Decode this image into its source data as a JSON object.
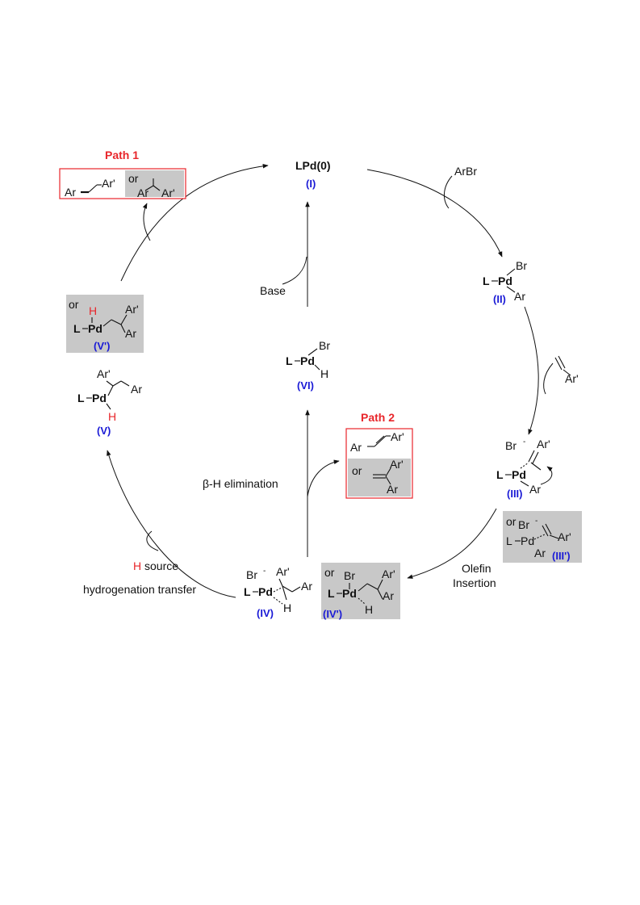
{
  "catalyst": {
    "formula": "LPd(0)",
    "number": "(I)"
  },
  "reagents": {
    "aryl_bromide": "ArBr",
    "olefin_sub": "Ar'",
    "base": "Base"
  },
  "intermediates": {
    "II": {
      "L": "L",
      "metal": "Pd",
      "Br": "Br",
      "Ar": "Ar",
      "number": "(II)"
    },
    "III": {
      "Br": "Br",
      "charge": "-",
      "Ar_prime": "Ar'",
      "L": "L",
      "metal": "Pd",
      "Ar": "Ar",
      "number": "(III)"
    },
    "III_prime": {
      "or": "or",
      "Br": "Br",
      "charge": "-",
      "L": "L",
      "metal": "Pd",
      "Ar_prime": "Ar'",
      "Ar": "Ar",
      "number": "(III')"
    },
    "IV": {
      "Br": "Br",
      "charge": "-",
      "Ar_prime": "Ar'",
      "L": "L",
      "metal": "Pd",
      "Ar": "Ar",
      "H": "H",
      "number": "(IV)"
    },
    "IV_prime": {
      "or": "or",
      "Br": "Br",
      "L": "L",
      "metal": "Pd",
      "Ar_prime": "Ar'",
      "Ar": "Ar",
      "H": "H",
      "number": "(IV')"
    },
    "V": {
      "Ar_prime": "Ar'",
      "L": "L",
      "metal": "Pd",
      "Ar": "Ar",
      "H": "H",
      "number": "(V)"
    },
    "V_prime": {
      "or": "or",
      "H": "H",
      "L": "L",
      "metal": "Pd",
      "Ar_prime": "Ar'",
      "Ar": "Ar",
      "number": "(V')"
    },
    "VI": {
      "Br": "Br",
      "L": "L",
      "metal": "Pd",
      "H": "H",
      "number": "(VI)"
    }
  },
  "steps": {
    "olefin_insertion_1": "Olefin",
    "olefin_insertion_2": "Insertion",
    "beta_h": "β-H elimination",
    "h_source_h": "H",
    "h_source": " source",
    "hydrogenation_transfer": "hydrogenation transfer"
  },
  "path1": {
    "title": "Path 1",
    "ar": "Ar",
    "ar_prime": "Ar'",
    "or": "or",
    "alt_ar": "Ar",
    "alt_ar_prime": "Ar'"
  },
  "path2": {
    "title": "Path 2",
    "ar": "Ar",
    "ar_prime": "Ar'",
    "or": "or",
    "alt_ar_prime": "Ar'",
    "alt_ar": "Ar"
  },
  "colors": {
    "highlight_red": "#e8262b",
    "number_blue": "#1a1ad6",
    "gray_box": "#c8c8c8"
  }
}
